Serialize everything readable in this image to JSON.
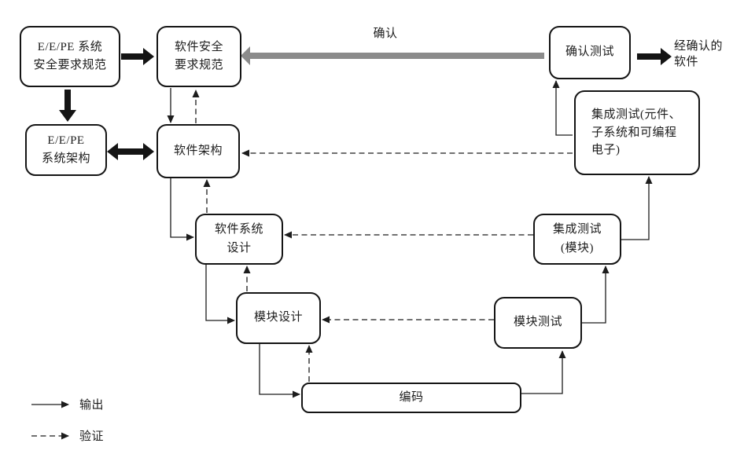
{
  "diagram": {
    "title_hint": "software-safety-lifecycle-v-model",
    "boxes": {
      "ee_pe_srs": "E/E/PE 系统\n安全要求规范",
      "sw_srs": "软件安全\n要求规范",
      "ee_pe_arch": "E/E/PE\n系统架构",
      "sw_arch": "软件架构",
      "validation_test": "确认测试",
      "integration_test_pe": "集成测试(元件、\n子系统和可编程\n电子)",
      "sw_system_design": "软件系统\n设计",
      "integration_test_module": "集成测试\n(模块)",
      "module_design": "模块设计",
      "module_test": "模块测试",
      "coding": "编码"
    },
    "annotations": {
      "validation_arrow_label": "确认",
      "validated_software_label": "经确认的\n软件"
    },
    "legend": {
      "output_label": "输出",
      "verification_label": "验证"
    },
    "colors": {
      "line_black": "#1c1c1c",
      "validation_gray": "#8b8b8b",
      "box_fill": "#ffffff"
    }
  }
}
